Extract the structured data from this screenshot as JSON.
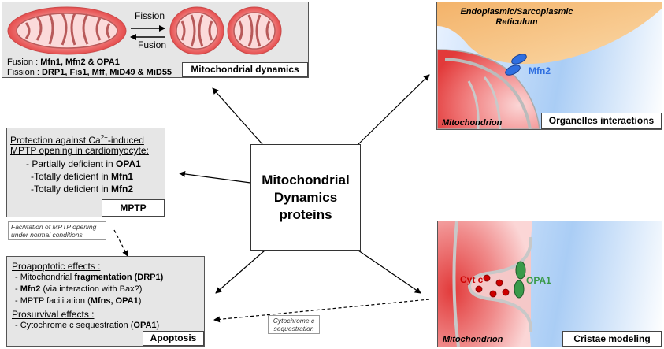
{
  "center": {
    "lines": [
      "Mitochondrial",
      "Dynamics",
      "proteins"
    ]
  },
  "dynamics": {
    "fission_label": "Fission",
    "fusion_label": "Fusion",
    "fusion_prefix": "Fusion : ",
    "fusion_proteins": "Mfn1, Mfn2 & OPA1",
    "fission_prefix": "Fission : ",
    "fission_proteins": "DRP1, Fis1, Mff, MiD49 & MiD55",
    "title": "Mitochondrial dynamics"
  },
  "organelles": {
    "er_label_line1": "Endoplasmic/Sarcoplasmic",
    "er_label_line2": "Reticulum",
    "protein_label": "Mfn2",
    "mito_label": "Mitochondrion",
    "title": "Organelles interactions"
  },
  "mptp": {
    "heading_pre": "Protection against Ca",
    "heading_sup": "2+",
    "heading_post": "-induced",
    "heading_line2": "MPTP opening in cardiomyocyte:",
    "items": [
      {
        "prefix": "- Partially deficient in ",
        "bold": "OPA1"
      },
      {
        "prefix": "-Totally deficient in ",
        "bold": "Mfn1"
      },
      {
        "prefix": "-Totally deficient in ",
        "bold": "Mfn2"
      }
    ],
    "title": "MPTP"
  },
  "note_mptp": {
    "line1": "Facilitation of MPTP opening",
    "line2": "under normal conditions"
  },
  "apoptosis": {
    "proapoptotic_heading": "Proapoptotic effects :",
    "pro_items": [
      {
        "pre": "- Mitochondrial ",
        "bold": "fragmentation (DRP1)",
        "post": ""
      },
      {
        "pre": "- ",
        "bold": "Mfn2",
        "post": " (via interaction with Bax?)"
      },
      {
        "pre": "- MPTP facilitation (",
        "bold": "Mfns, OPA1",
        "post": ")"
      }
    ],
    "prosurvival_heading": "Prosurvival effects :",
    "sur_items": [
      {
        "pre": "- Cytochrome c sequestration (",
        "bold": "OPA1",
        "post": ")"
      }
    ],
    "title": "Apoptosis"
  },
  "note_cyt": {
    "line1": "Cytochrome c",
    "line2": "sequestration"
  },
  "cristae": {
    "cytc_label": "Cyt c",
    "opa1_label": "OPA1",
    "mito_label": "Mitochondrion",
    "title": "Cristae modeling"
  },
  "colors": {
    "mito_red": "#e23a3a",
    "er_orange": "#f7c27a",
    "mfn2_blue": "#2f6fe0",
    "opa1_green": "#3a9a4a",
    "cytc_red": "#cc0000"
  }
}
